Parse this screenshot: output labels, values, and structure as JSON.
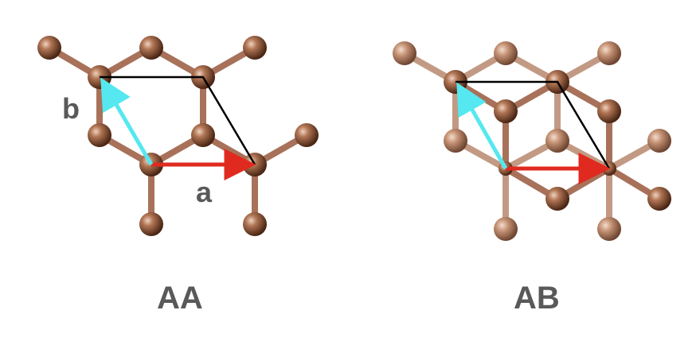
{
  "labels": {
    "vector_a": "a",
    "vector_b": "b",
    "panel_left": "AA",
    "panel_right": "AB"
  },
  "colors": {
    "atom_top": "#b07554",
    "atom_bottom": "#c39072",
    "bond_top": "#a8715a",
    "bond_bottom": "#c29a84",
    "vector_a": "#e02a1f",
    "vector_b": "#55e8f0",
    "cell_outline": "#000000",
    "label_text": "#595959"
  }
}
